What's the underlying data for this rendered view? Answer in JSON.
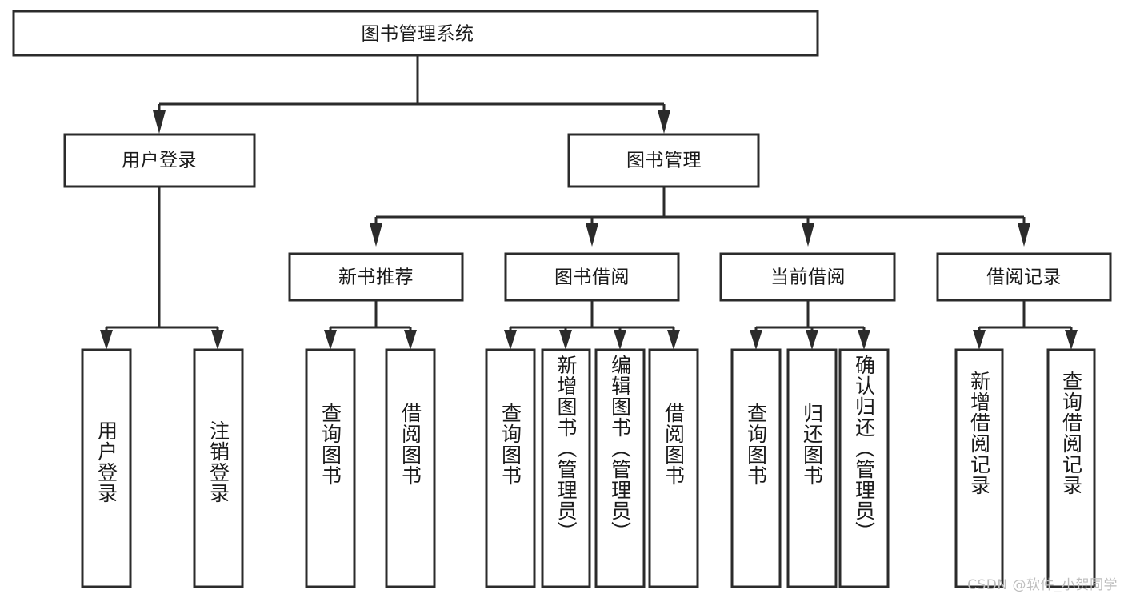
{
  "diagram": {
    "title_node": {
      "label": "图书管理系统"
    },
    "level2": [
      {
        "id": "user-login",
        "label": "用户登录"
      },
      {
        "id": "book-manage",
        "label": "图书管理"
      }
    ],
    "level3": [
      {
        "id": "new-book-recommend",
        "label": "新书推荐"
      },
      {
        "id": "book-borrow",
        "label": "图书借阅"
      },
      {
        "id": "current-borrow",
        "label": "当前借阅"
      },
      {
        "id": "borrow-record",
        "label": "借阅记录"
      }
    ],
    "leaves": {
      "user_login": [
        {
          "id": "leaf-user-login",
          "label": "用户登录"
        },
        {
          "id": "leaf-logout-login",
          "label": "注销登录"
        }
      ],
      "new_book_recommend": [
        {
          "id": "leaf-query-book-1",
          "label": "查询图书"
        },
        {
          "id": "leaf-borrow-book-1",
          "label": "借阅图书"
        }
      ],
      "book_borrow": [
        {
          "id": "leaf-query-book-2",
          "label": "查询图书"
        },
        {
          "id": "leaf-add-book-admin",
          "label": "新增图书（管理员）"
        },
        {
          "id": "leaf-edit-book-admin",
          "label": "编辑图书（管理员）"
        },
        {
          "id": "leaf-borrow-book-2",
          "label": "借阅图书"
        }
      ],
      "current_borrow": [
        {
          "id": "leaf-query-book-3",
          "label": "查询图书"
        },
        {
          "id": "leaf-return-book",
          "label": "归还图书"
        },
        {
          "id": "leaf-confirm-return-admin",
          "label": "确认归还（管理员）"
        }
      ],
      "borrow_record": [
        {
          "id": "leaf-add-borrow-record",
          "label": "新增借阅记录"
        },
        {
          "id": "leaf-query-borrow-record",
          "label": "查询借阅记录"
        }
      ]
    }
  },
  "watermark": {
    "text": "CSDN @软件_小贺同学"
  },
  "colors": {
    "stroke": "#2b2b2b",
    "fill": "#ffffff",
    "text": "#1a1a1a",
    "watermark": "#bdbdbd"
  }
}
